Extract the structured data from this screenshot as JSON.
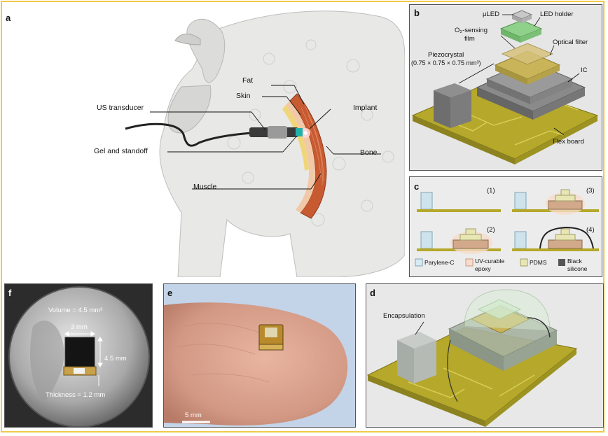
{
  "panel_a": {
    "letter": "a",
    "labels": {
      "fat": "Fat",
      "skin": "Skin",
      "implant": "Implant",
      "us_transducer": "US transducer",
      "gel_standoff": "Gel and standoff",
      "bone": "Bone",
      "muscle": "Muscle"
    }
  },
  "panel_b": {
    "letter": "b",
    "labels": {
      "uled": "μLED",
      "led_holder": "LED holder",
      "o2_film": "O₂-sensing",
      "o2_film_2": "film",
      "optical_filter": "Optical filter",
      "piezo": "Piezocrystal",
      "piezo_dims": "(0.75 × 0.75 × 0.75 mm³)",
      "ic": "IC",
      "flex_board": "Flex board"
    }
  },
  "panel_c": {
    "letter": "c",
    "steps": [
      "(1)",
      "(2)",
      "(3)",
      "(4)"
    ],
    "legend": [
      {
        "label": "Parylene-C",
        "color": "#d8eaf2"
      },
      {
        "label": "UV-curable",
        "label2": "epoxy",
        "color": "#f8dccb"
      },
      {
        "label": "PDMS",
        "color": "#e8e6b4"
      },
      {
        "label": "Black",
        "label2": "silicone",
        "color": "#555555"
      }
    ]
  },
  "panel_d": {
    "letter": "d",
    "labels": {
      "encapsulation": "Encapsulation"
    }
  },
  "panel_e": {
    "letter": "e",
    "scale_bar": "5 mm"
  },
  "panel_f": {
    "letter": "f",
    "labels": {
      "volume": "Volume = 4.5 mm³",
      "width": "3 mm",
      "height": "4.5 mm",
      "thickness": "Thickness = 1.2 mm"
    }
  },
  "colors": {
    "frame": "#f2c94c",
    "board": "#b5a82a",
    "panel_border": "#555555"
  }
}
